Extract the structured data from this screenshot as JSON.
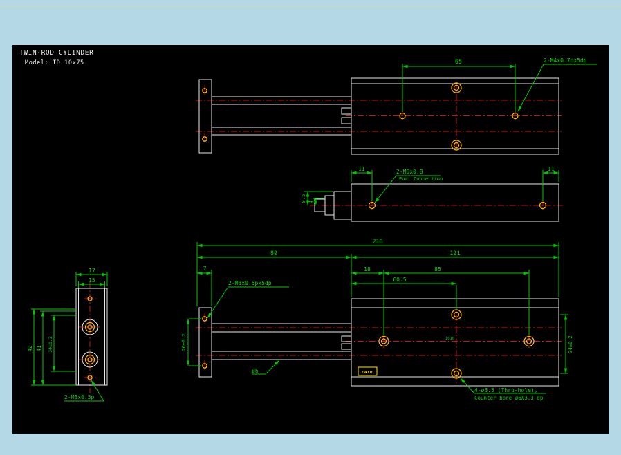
{
  "colors": {
    "frame_background": "#b5d8e6",
    "canvas_background": "#000000",
    "outline": "#e8e8e8",
    "dimension_green": "#00c800",
    "centerline_red": "#c81414",
    "hole_yellow": "#ffb400",
    "title_text": "#f0f0f0",
    "logo_yellow": "#ffe000"
  },
  "title": {
    "line1": "TWIN-ROD CYLINDER",
    "line2": "Model: TD 10x75"
  },
  "top_view": {
    "dim_65": "65",
    "label_m4": "2-M4x0.7px5dp"
  },
  "port_view": {
    "dim_11_left": "11",
    "dim_11_right": "11",
    "label_thread": "2-M5x0.8",
    "label_connection": "Port Connection",
    "dim_8_5": "8.5",
    "dim_4": "4"
  },
  "front_view": {
    "dim_210": "210",
    "dim_89": "89",
    "dim_121": "121",
    "dim_7": "7",
    "dim_18": "18",
    "dim_85": "85",
    "dim_60_5": "60.5",
    "dim_26": "26±0.2",
    "dim_34": "34±0.2",
    "dim_10_10": "1010",
    "label_m3": "2-M3x0.5px5dp",
    "label_rod_dia": "ø6",
    "label_thru_1": "4-ø3.5 (Thru-hole),",
    "label_thru_2": "Counter bore ø6X3.3 dp",
    "logo": "CHELIC"
  },
  "end_view": {
    "dim_17": "17",
    "dim_15": "15",
    "dim_42": "42",
    "dim_41": "41",
    "dim_34": "34±0.2",
    "label_m3": "2-M3x0.5p"
  }
}
